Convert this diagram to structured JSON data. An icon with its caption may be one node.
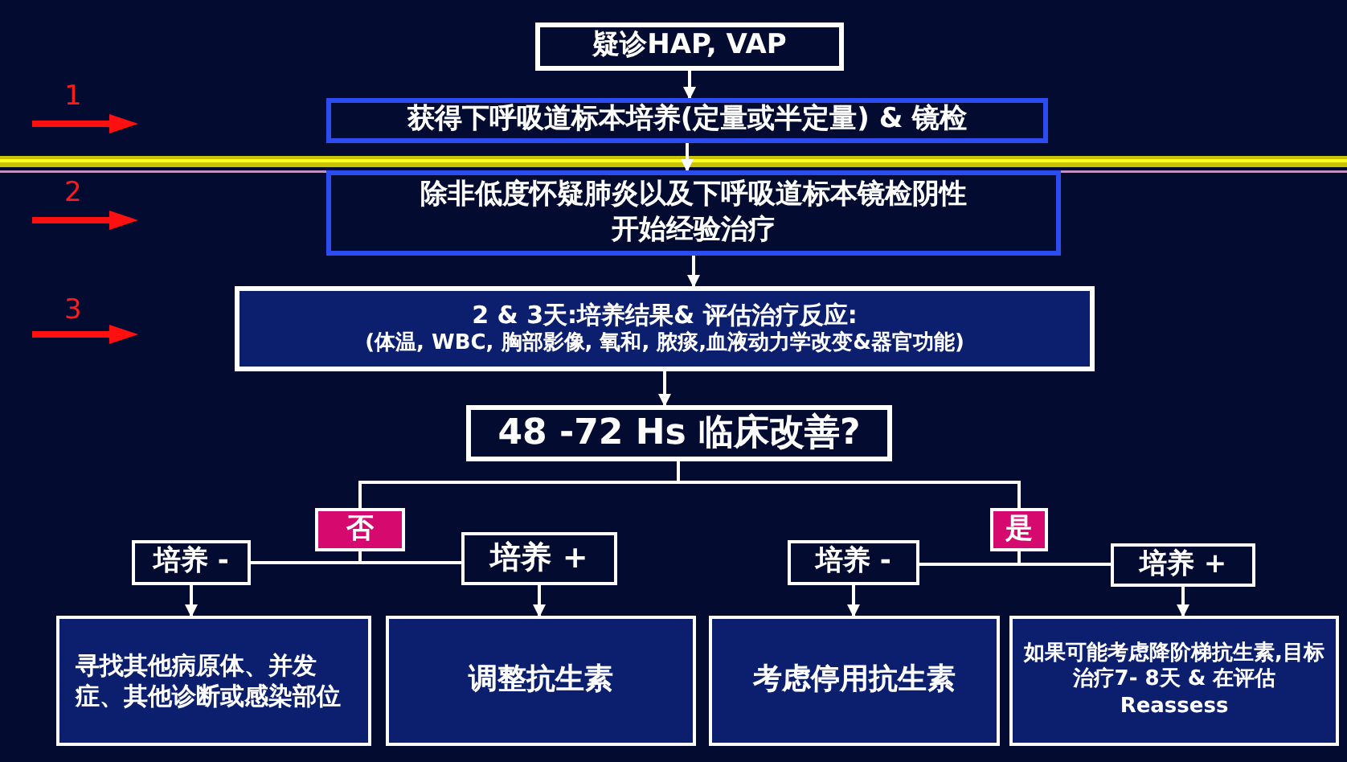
{
  "diagram": {
    "nodes": [
      {
        "text": [
          "疑诊HAP, VAP"
        ]
      },
      {
        "text": [
          "获得下呼吸道标本培养(定量或半定量) & 镜检"
        ]
      },
      {
        "text": [
          "除非低度怀疑肺炎以及下呼吸道标本镜检阴性开始经验治疗"
        ]
      },
      {
        "text": [
          "2 & 3天:培养结果& 评估治疗反应:",
          "(体温, WBC, 胸部影像, 氧和, 脓痰,血液动力学改变&器官功能)"
        ]
      },
      {
        "text": [
          "48 -72 Hs 临床改善?"
        ]
      },
      {
        "text": [
          "否"
        ]
      },
      {
        "text": [
          "是"
        ]
      },
      {
        "text": [
          "培养 -"
        ]
      },
      {
        "text": [
          "培养 +"
        ]
      },
      {
        "text": [
          "培养 -"
        ]
      },
      {
        "text": [
          "培养 +"
        ]
      },
      {
        "text": [
          "寻找其他病原体、并发症、其他诊断或感染部位"
        ]
      },
      {
        "text": [
          "调整抗生素"
        ]
      },
      {
        "text": [
          "考虑停用抗生素"
        ]
      },
      {
        "text": [
          "如果可能考虑降阶梯抗生素,目标治疗7- 8天 & 在评估Reassess"
        ]
      }
    ],
    "edges": [
      {
        "from": 0,
        "to": 1,
        "arrow": "to"
      },
      {
        "from": 1,
        "to": 2,
        "arrow": "to"
      },
      {
        "from": 2,
        "to": 3,
        "arrow": "to"
      },
      {
        "from": 3,
        "to": 4,
        "arrow": "to"
      },
      {
        "from": 4,
        "to": 5,
        "arrow": "none"
      },
      {
        "from": 4,
        "to": 6,
        "arrow": "none"
      },
      {
        "from": 5,
        "to": 7,
        "arrow": "none"
      },
      {
        "from": 5,
        "to": 8,
        "arrow": "none"
      },
      {
        "from": 6,
        "to": 9,
        "arrow": "none"
      },
      {
        "from": 6,
        "to": 10,
        "arrow": "none"
      },
      {
        "from": 7,
        "to": 11,
        "arrow": "to"
      },
      {
        "from": 8,
        "to": 12,
        "arrow": "to"
      },
      {
        "from": 9,
        "to": 13,
        "arrow": "to"
      },
      {
        "from": 10,
        "to": 14,
        "arrow": "to"
      }
    ],
    "labels": [
      "1",
      "2",
      "3"
    ]
  }
}
